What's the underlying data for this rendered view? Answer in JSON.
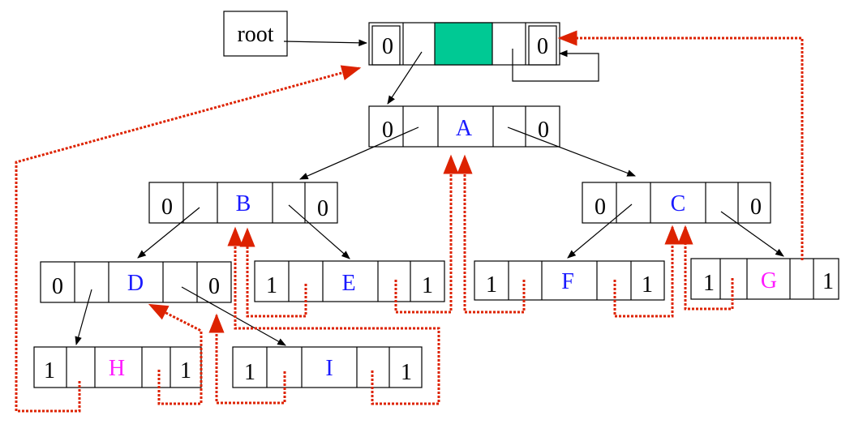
{
  "root_label": "root",
  "head": {
    "ltag": "0",
    "rtag": "0",
    "head_fill": "#00c994"
  },
  "nodes": {
    "A": {
      "ltag": "0",
      "data": "A",
      "rtag": "0"
    },
    "B": {
      "ltag": "0",
      "data": "B",
      "rtag": "0"
    },
    "C": {
      "ltag": "0",
      "data": "C",
      "rtag": "0"
    },
    "D": {
      "ltag": "0",
      "data": "D",
      "rtag": "0"
    },
    "E": {
      "ltag": "1",
      "data": "E",
      "rtag": "1"
    },
    "F": {
      "ltag": "1",
      "data": "F",
      "rtag": "1"
    },
    "G": {
      "ltag": "1",
      "data": "G",
      "rtag": "1"
    },
    "H": {
      "ltag": "1",
      "data": "H",
      "rtag": "1"
    },
    "I": {
      "ltag": "1",
      "data": "I",
      "rtag": "1"
    }
  },
  "colors": {
    "data_blue": "#1a1aff",
    "data_magenta": "#ff1aff",
    "thread_red": "#dd2200",
    "line": "#000000"
  }
}
